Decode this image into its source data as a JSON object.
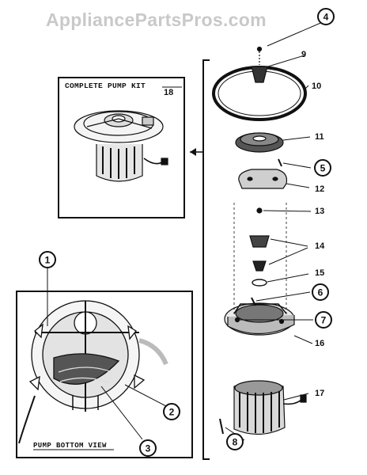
{
  "watermark": "AppliancePartsPros.com",
  "kit_box": {
    "title": "COMPLETE PUMP KIT",
    "part_number": "18"
  },
  "bottom_view": {
    "caption": "PUMP BOTTOM VIEW"
  },
  "footer": {
    "left": "",
    "right": ""
  },
  "callouts": [
    {
      "number": "4",
      "style": "circle"
    },
    {
      "number": "9",
      "style": "plain"
    },
    {
      "number": "10",
      "style": "plain"
    },
    {
      "number": "11",
      "style": "plain"
    },
    {
      "number": "5",
      "style": "circle"
    },
    {
      "number": "12",
      "style": "plain"
    },
    {
      "number": "13",
      "style": "plain"
    },
    {
      "number": "14",
      "style": "plain"
    },
    {
      "number": "15",
      "style": "plain"
    },
    {
      "number": "6",
      "style": "circle"
    },
    {
      "number": "7",
      "style": "circle"
    },
    {
      "number": "16",
      "style": "plain"
    },
    {
      "number": "17",
      "style": "plain"
    },
    {
      "number": "8",
      "style": "circle"
    },
    {
      "number": "1",
      "style": "circle"
    },
    {
      "number": "2",
      "style": "circle"
    },
    {
      "number": "3",
      "style": "circle"
    }
  ]
}
